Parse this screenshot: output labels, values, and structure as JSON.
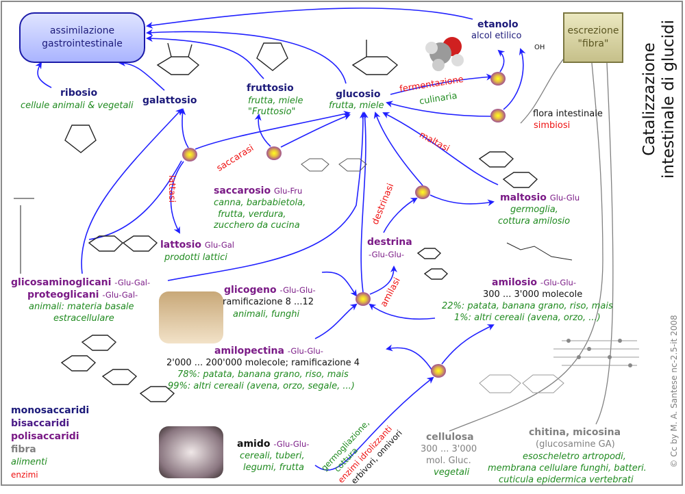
{
  "title": {
    "line1": "Catalizzazione",
    "line2": "intestinale di glucidi"
  },
  "copyright": "© Cc by M. A. Santese nc-2.5-it 2008",
  "boxes": {
    "assimilazione": {
      "line1": "assimilazione",
      "line2": "gastrointestinale"
    },
    "escrezione": {
      "line1": "escrezione",
      "line2": "\"fibra\""
    }
  },
  "etanolo": {
    "name": "etanolo",
    "sub": "alcol etilico",
    "formula": "OH"
  },
  "ribosio": {
    "name": "ribosio",
    "source": "cellule animali & vegetali"
  },
  "galattosio": {
    "name": "galattosio"
  },
  "fruttosio": {
    "name": "fruttosio",
    "source1": "frutta, miele",
    "source2": "\"Fruttosio\""
  },
  "glucosio": {
    "name": "glucosio",
    "source": "frutta, miele"
  },
  "fermentazione": {
    "enzyme": "fermentazione",
    "context": "culinaria"
  },
  "flora": {
    "label": "flora intestinale",
    "enzyme": "simbiosi"
  },
  "enzymes": {
    "maltasi": "maltasi",
    "saccarasi": "saccarasi",
    "lattasi": "lattasi",
    "destrinasi": "destrinasi",
    "amilasi": "amilasi"
  },
  "saccarosio": {
    "name": "saccarosio",
    "units": "Glu-Fru",
    "sources": [
      "canna, barbabietola,",
      "frutta, verdura,",
      "zucchero da cucina"
    ]
  },
  "lattosio": {
    "name": "lattosio",
    "units": "Glu-Gal",
    "source": "prodotti lattici"
  },
  "maltosio": {
    "name": "maltosio",
    "units": "Glu-Glu",
    "sources": [
      "germoglia,",
      "cottura amilosio"
    ]
  },
  "destrina": {
    "name": "destrina",
    "units": "-Glu-Glu-"
  },
  "glicosaminoglicani": {
    "name": "glicosaminoglicani",
    "units": "-Glu-Gal-",
    "name2": "proteoglicani",
    "units2": "-Glu-Gal-",
    "sources": [
      "animali: materia basale",
      "estracellulare"
    ]
  },
  "glicogeno": {
    "name": "glicogeno",
    "units": "-Glu-Glu-",
    "info": "ramificazione 8 ...12",
    "source": "animali, funghi"
  },
  "amilosio": {
    "name": "amilosio",
    "units": "-Glu-Glu-",
    "info": "300 ... 3'000 molecole",
    "sources": [
      "22%: patata, banana grano, riso, mais",
      "1%: altri cereali (avena, orzo, ...)"
    ]
  },
  "amilopectina": {
    "name": "amilopectina",
    "units": "-Glu-Glu-",
    "info": "2'000 ... 200'000 molecole; ramificazione 4",
    "sources": [
      "78%: patata, banana grano, riso, mais",
      "99%: altri cereali (avena, orzo, segale, ...)"
    ]
  },
  "amido": {
    "name": "amido",
    "units": "-Glu-Glu-",
    "sources": [
      "cereali, tuberi,",
      "legumi, frutta"
    ]
  },
  "amido_enzymes": {
    "green": "germogliazione,",
    "green2": "cottura",
    "red": "enzimi idrolizzanti",
    "black": "erbivori, onnivori"
  },
  "cellulosa": {
    "name": "cellulosa",
    "info1": "300 ... 3'000",
    "info2": "mol. Gluc.",
    "source": "vegetali"
  },
  "chitina": {
    "name": "chitina, micosina",
    "info": "(glucosamine GA)",
    "sources": [
      "esoscheletro artropodi,",
      "membrana cellulare funghi, batteri.",
      "cuticula epidermica vertebrati"
    ]
  },
  "legend": {
    "mono": "monosaccaridi",
    "bi": "bisaccaridi",
    "poli": "polisaccaridi",
    "fibra": "fibra",
    "alimenti": "alimenti",
    "enzimi": "enzimi"
  },
  "colors": {
    "arrow": "#2020ff",
    "monosaccaridi": "#1c1a7a",
    "bisaccaridi": "#4a1a86",
    "polisaccaridi": "#7a1a86",
    "fibra": "#808080",
    "alimenti": "#1f8a1f",
    "enzimi": "#ee1111"
  }
}
